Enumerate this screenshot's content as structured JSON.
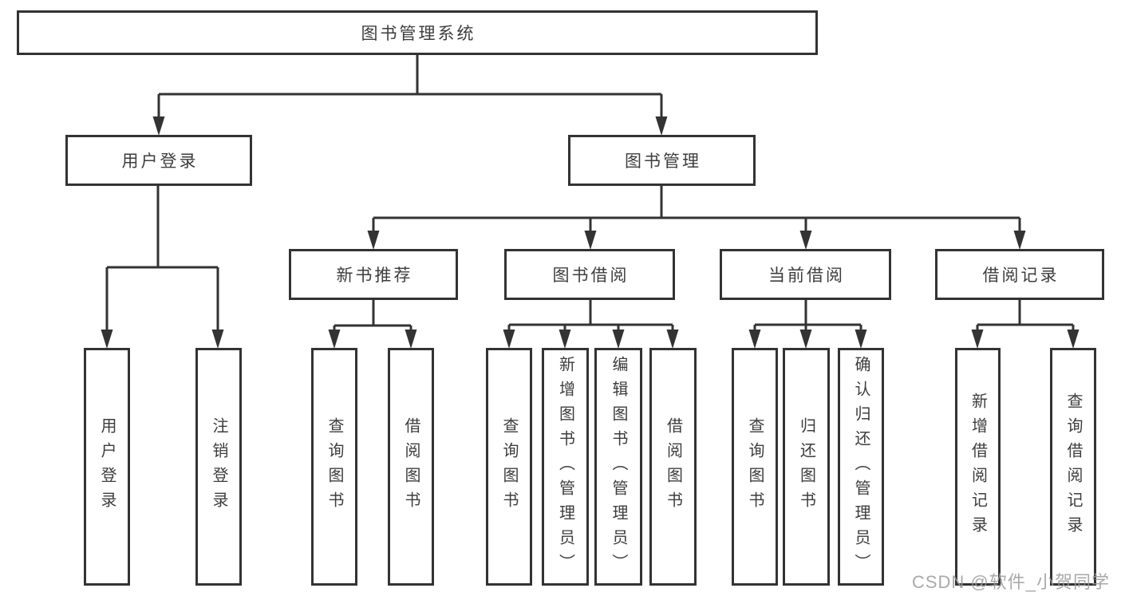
{
  "tree": {
    "root": {
      "label": "图书管理系统"
    },
    "branches": [
      {
        "label": "用户登录",
        "leaves": [
          "用户登录",
          "注销登录"
        ]
      },
      {
        "label": "图书管理",
        "groups": [
          {
            "label": "新书推荐",
            "leaves": [
              "查询图书",
              "借阅图书"
            ]
          },
          {
            "label": "图书借阅",
            "leaves": [
              "查询图书",
              "新增图书（管理员）",
              "编辑图书（管理员）",
              "借阅图书"
            ]
          },
          {
            "label": "当前借阅",
            "leaves": [
              "查询图书",
              "归还图书",
              "确认归还（管理员）"
            ]
          },
          {
            "label": "借阅记录",
            "leaves": [
              "新增借阅记录",
              "查询借阅记录"
            ]
          }
        ]
      }
    ]
  },
  "watermark": {
    "text": "CSDN @软件_小贺同学"
  },
  "colors": {
    "line": "#333333",
    "text": "#3d3d3d",
    "background": "#ffffff",
    "watermark": "#9b9b9b"
  }
}
